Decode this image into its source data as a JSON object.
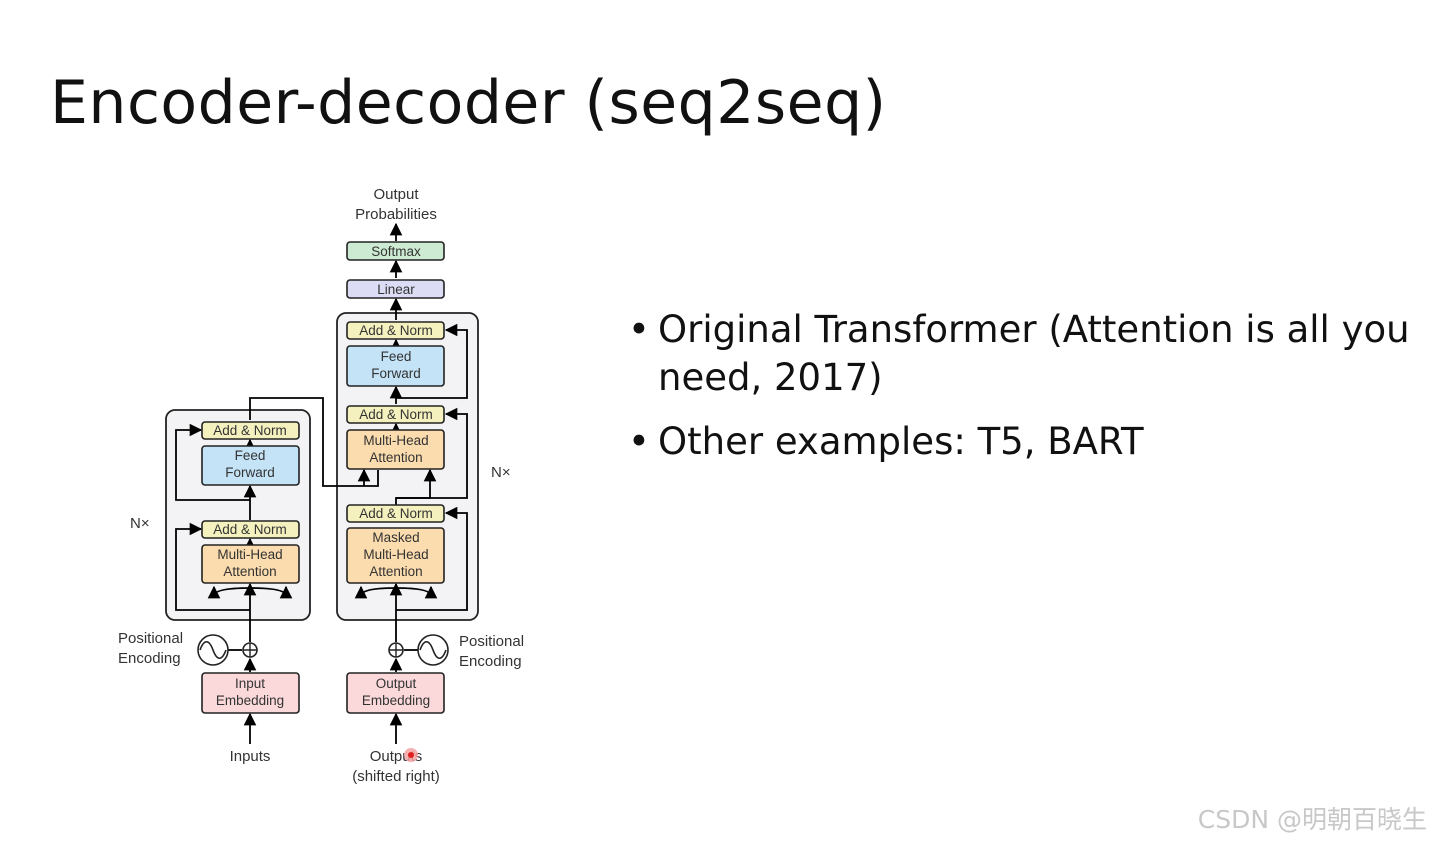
{
  "slide": {
    "title": "Encoder-decoder (seq2seq)",
    "bullet_marker": "•",
    "bullets": [
      "Original Transformer (Attention is all you need, 2017)",
      "Other examples: T5, BART"
    ]
  },
  "diagram": {
    "colors": {
      "add_norm": "#f4f1be",
      "feed_forward": "#c4e3f7",
      "attention": "#fbdcae",
      "embedding": "#fbd9da",
      "linear": "#dcdcf4",
      "softmax": "#cdead2",
      "stack_bg": "#f3f3f5"
    },
    "output_label_1": "Output",
    "output_label_2": "Probabilities",
    "softmax": "Softmax",
    "linear": "Linear",
    "encoder": {
      "repeat": "N×",
      "add_norm_top": "Add & Norm",
      "feed_forward_1": "Feed",
      "feed_forward_2": "Forward",
      "add_norm_bottom": "Add & Norm",
      "attention_1": "Multi-Head",
      "attention_2": "Attention",
      "pos_enc_1": "Positional",
      "pos_enc_2": "Encoding",
      "embedding_1": "Input",
      "embedding_2": "Embedding",
      "input_label": "Inputs"
    },
    "decoder": {
      "repeat": "N×",
      "add_norm_top": "Add & Norm",
      "feed_forward_1": "Feed",
      "feed_forward_2": "Forward",
      "add_norm_mid": "Add & Norm",
      "attention_1": "Multi-Head",
      "attention_2": "Attention",
      "add_norm_bottom": "Add & Norm",
      "masked_1": "Masked",
      "masked_2": "Multi-Head",
      "masked_3": "Attention",
      "pos_enc_1": "Positional",
      "pos_enc_2": "Encoding",
      "embedding_1": "Output",
      "embedding_2": "Embedding",
      "output_label_1": "Outputs",
      "output_label_2": "(shifted right)"
    }
  },
  "watermark": "CSDN @明朝百晓生"
}
